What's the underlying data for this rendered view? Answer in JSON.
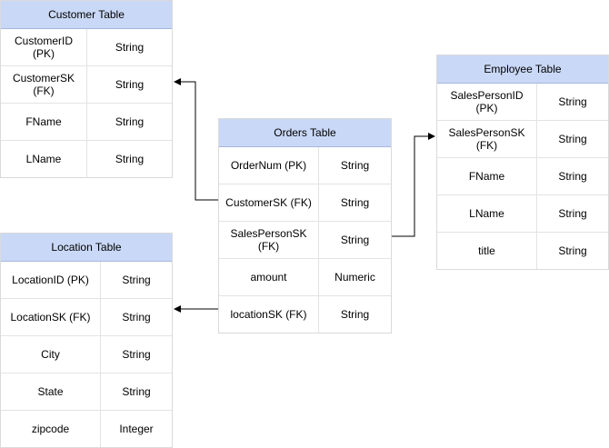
{
  "tables": {
    "customer": {
      "title": "Customer Table",
      "rows": [
        {
          "field": "CustomerID (PK)",
          "type": "String"
        },
        {
          "field": "CustomerSK (FK)",
          "type": "String"
        },
        {
          "field": "FName",
          "type": "String"
        },
        {
          "field": "LName",
          "type": "String"
        }
      ]
    },
    "location": {
      "title": "Location Table",
      "rows": [
        {
          "field": "LocationID (PK)",
          "type": "String"
        },
        {
          "field": "LocationSK (FK)",
          "type": "String"
        },
        {
          "field": "City",
          "type": "String"
        },
        {
          "field": "State",
          "type": "String"
        },
        {
          "field": "zipcode",
          "type": "Integer"
        }
      ]
    },
    "orders": {
      "title": "Orders Table",
      "rows": [
        {
          "field": "OrderNum (PK)",
          "type": "String"
        },
        {
          "field": "CustomerSK (FK)",
          "type": "String"
        },
        {
          "field": "SalesPersonSK (FK)",
          "type": "String"
        },
        {
          "field": "amount",
          "type": "Numeric"
        },
        {
          "field": "locationSK (FK)",
          "type": "String"
        }
      ]
    },
    "employee": {
      "title": "Employee Table",
      "rows": [
        {
          "field": "SalesPersonID (PK)",
          "type": "String"
        },
        {
          "field": "SalesPersonSK (FK)",
          "type": "String"
        },
        {
          "field": "FName",
          "type": "String"
        },
        {
          "field": "LName",
          "type": "String"
        },
        {
          "field": "title",
          "type": "String"
        }
      ]
    }
  },
  "colors": {
    "header_fill": "#c9d8f6",
    "connector": "#000000"
  }
}
